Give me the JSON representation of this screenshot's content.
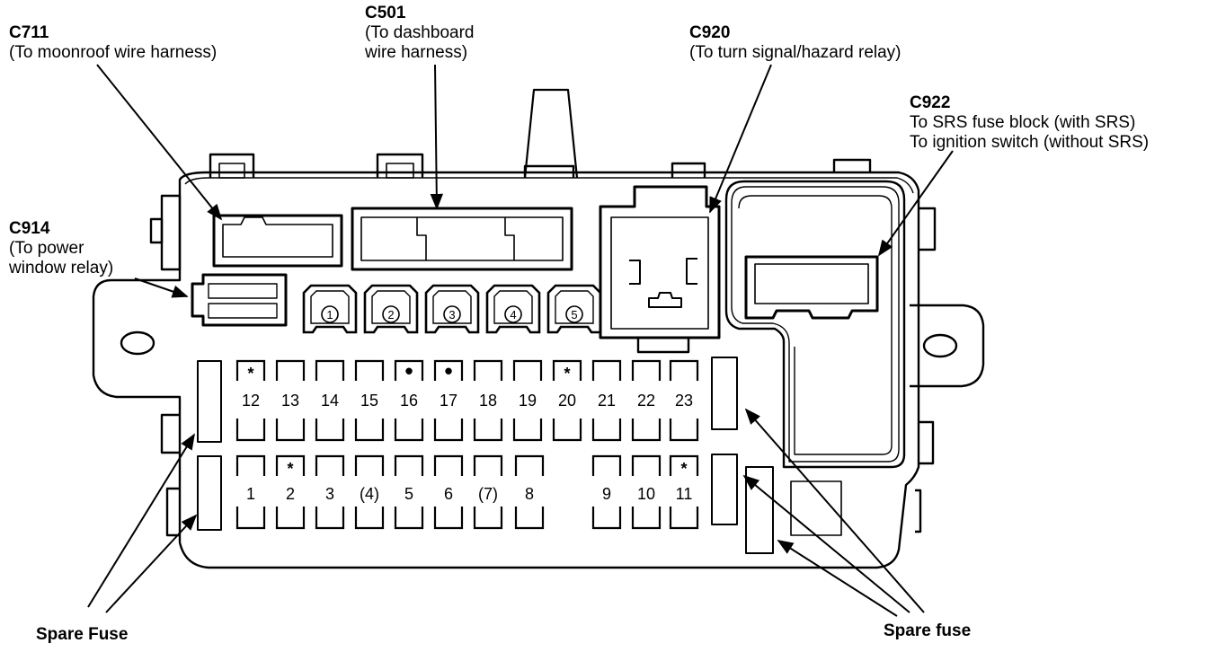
{
  "callouts": {
    "c711": {
      "code": "C711",
      "lines": [
        "(To moonroof wire harness)"
      ]
    },
    "c501": {
      "code": "C501",
      "lines": [
        "(To dashboard",
        "wire harness)"
      ]
    },
    "c920": {
      "code": "C920",
      "lines": [
        "(To turn signal/hazard relay)"
      ]
    },
    "c922": {
      "code": "C922",
      "lines": [
        "To SRS fuse block (with SRS)",
        "To ignition switch (without SRS)"
      ]
    },
    "c914": {
      "code": "C914",
      "lines": [
        "(To power",
        "window relay)"
      ]
    }
  },
  "spare_labels": {
    "left": "Spare Fuse",
    "right": "Spare fuse"
  },
  "relays": [
    "1",
    "2",
    "3",
    "4",
    "5"
  ],
  "fuses_top": [
    {
      "label": "12",
      "mark": "*"
    },
    {
      "label": "13",
      "mark": ""
    },
    {
      "label": "14",
      "mark": ""
    },
    {
      "label": "15",
      "mark": ""
    },
    {
      "label": "16",
      "mark": "•"
    },
    {
      "label": "17",
      "mark": "•"
    },
    {
      "label": "18",
      "mark": ""
    },
    {
      "label": "19",
      "mark": ""
    },
    {
      "label": "20",
      "mark": "*"
    },
    {
      "label": "21",
      "mark": ""
    },
    {
      "label": "22",
      "mark": ""
    },
    {
      "label": "23",
      "mark": ""
    }
  ],
  "fuses_bottom": [
    {
      "label": "1",
      "mark": ""
    },
    {
      "label": "2",
      "mark": "*"
    },
    {
      "label": "3",
      "mark": ""
    },
    {
      "label": "(4)",
      "mark": ""
    },
    {
      "label": "5",
      "mark": ""
    },
    {
      "label": "6",
      "mark": ""
    },
    {
      "label": "(7)",
      "mark": ""
    },
    {
      "label": "8",
      "mark": ""
    },
    {
      "label": "9",
      "mark": ""
    },
    {
      "label": "10",
      "mark": ""
    },
    {
      "label": "11",
      "mark": "*"
    }
  ]
}
